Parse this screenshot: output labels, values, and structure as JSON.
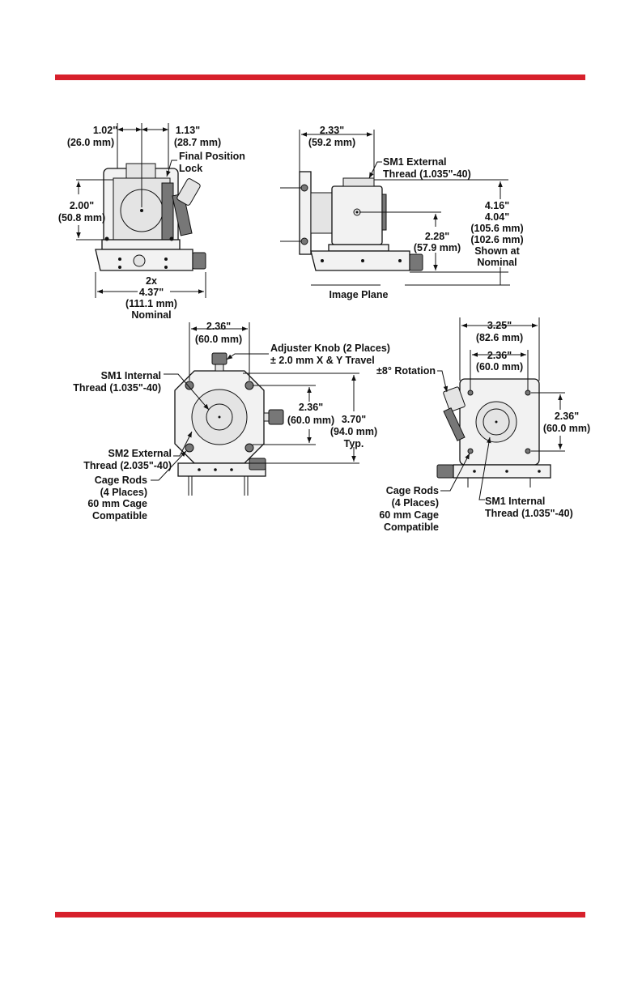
{
  "colors": {
    "rule": "#d7202b",
    "ink": "#111111"
  },
  "views": {
    "top_left": {
      "dim_left": [
        "1.02\"",
        "(26.0 mm)"
      ],
      "dim_right": [
        "1.13\"",
        "(28.7 mm)"
      ],
      "lock": [
        "Final Position",
        "Lock"
      ],
      "height": [
        "2.00\"",
        "(50.8 mm)"
      ],
      "width": [
        "2x",
        "4.37\"",
        "(111.1 mm)",
        "Nominal"
      ]
    },
    "top_right": {
      "depth": [
        "2.33\"",
        "(59.2 mm)"
      ],
      "sm1_ext": [
        "SM1 External",
        "Thread (1.035\"-40)"
      ],
      "axis_height": [
        "2.28\"",
        "(57.9 mm)"
      ],
      "total_height": [
        "4.16\"",
        "4.04\"",
        "(105.6 mm)",
        "(102.6 mm)",
        "Shown at",
        "Nominal"
      ],
      "image_plane": "Image Plane"
    },
    "bottom_left": {
      "top_dim": [
        "2.36\"",
        "(60.0 mm)"
      ],
      "knob": [
        "Adjuster Knob (2 Places)",
        "± 2.0 mm X & Y Travel"
      ],
      "sm1_int": [
        "SM1 Internal",
        "Thread (1.035\"-40)"
      ],
      "side_dim": [
        "2.36\"",
        "(60.0 mm)"
      ],
      "height": [
        "3.70\"",
        "(94.0 mm)",
        "Typ."
      ],
      "sm2_ext": [
        "SM2 External",
        "Thread (2.035\"-40)"
      ],
      "cage_rods": [
        "Cage Rods",
        "(4 Places)",
        "60 mm Cage",
        "Compatible"
      ]
    },
    "bottom_right": {
      "width": [
        "3.25\"",
        "(82.6 mm)"
      ],
      "inner_width": [
        "2.36\"",
        "(60.0 mm)"
      ],
      "rotation": "±8° Rotation",
      "side_dim": [
        "2.36\"",
        "(60.0 mm)"
      ],
      "cage_rods": [
        "Cage Rods",
        "(4 Places)",
        "60 mm Cage",
        "Compatible"
      ],
      "sm1_int": [
        "SM1 Internal",
        "Thread (1.035\"-40)"
      ]
    }
  }
}
